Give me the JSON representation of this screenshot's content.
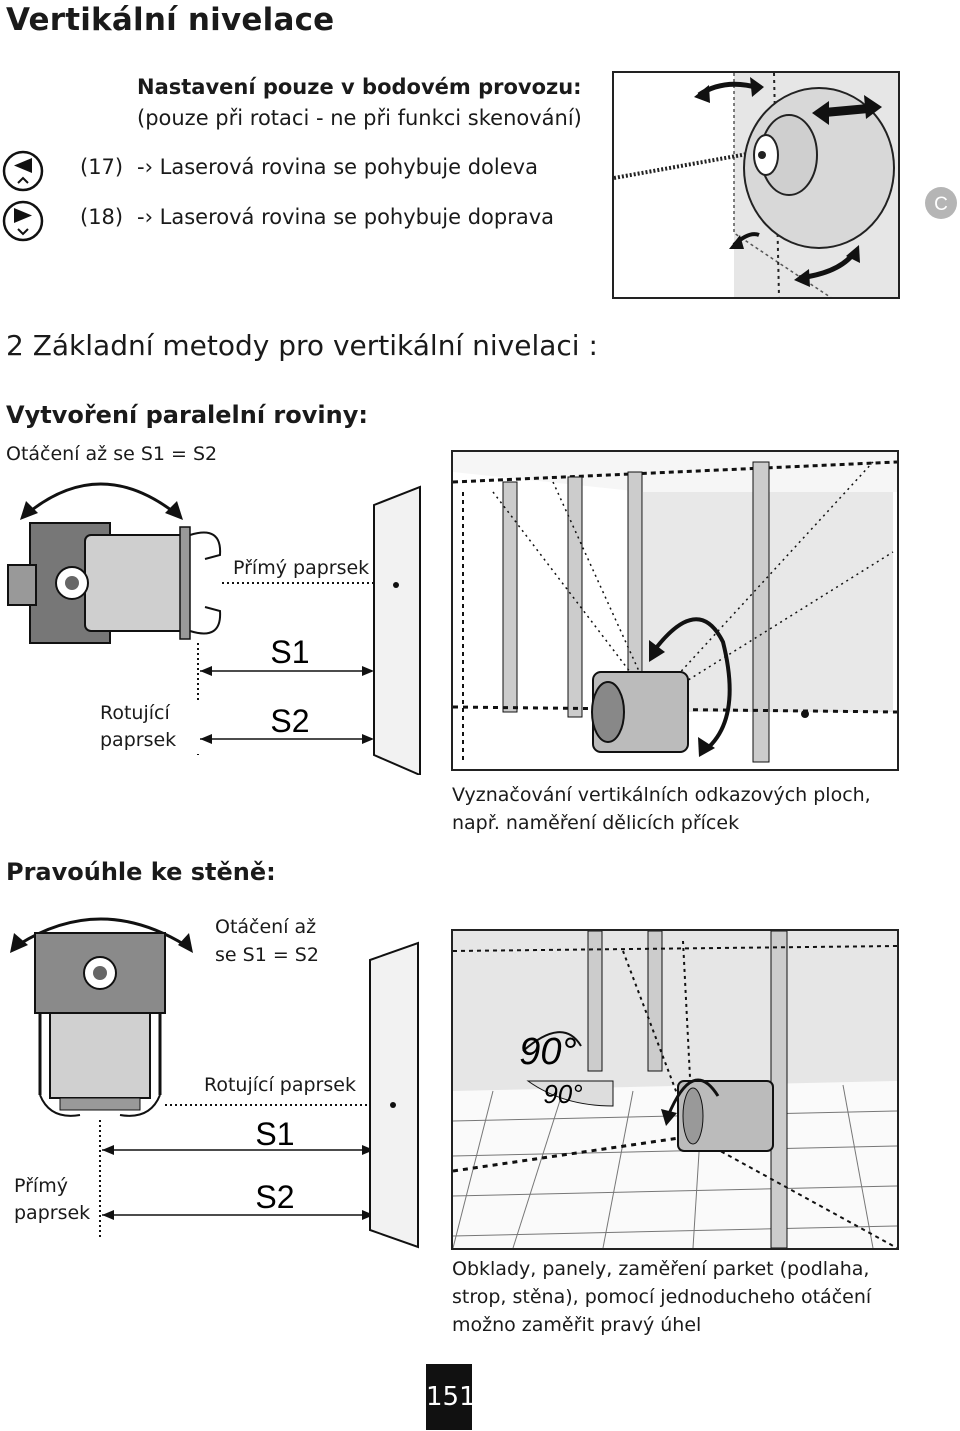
{
  "page_title": "Vertikální nivelace",
  "point_mode": {
    "title": "Nastavení pouze v bodovém provozu:",
    "subtitle": "(pouze při rotaci - ne při funkci skenování)",
    "rows": [
      {
        "num": "(17)",
        "text": "-› Laserová rovina se pohybuje doleva",
        "icon": "arrow-left-key-icon"
      },
      {
        "num": "(18)",
        "text": "-› Laserová rovina se pohybuje doprava",
        "icon": "arrow-right-key-icon"
      }
    ],
    "figure_badge": "C"
  },
  "methods_heading": "2 Základní metody pro vertikální nivelaci :",
  "parallel": {
    "heading": "Vytvoření paralelní roviny:",
    "instruction": "Otáčení až se S1 = S2",
    "direct_beam": "Přímý paprsek",
    "rotating_beam": "Rotující paprsek",
    "s1": "S1",
    "s2": "S2",
    "caption": "Vyznačování vertikálních odkazových ploch, např. naměření dělicích přícek"
  },
  "right_angle": {
    "heading": "Pravoúhle ke stěně:",
    "instruction": "Otáčení až se S1 = S2",
    "rotating_beam": "Rotující paprsek",
    "direct_beam": "Přímý paprsek",
    "s1": "S1",
    "s2": "S2",
    "angle_a": "90°",
    "angle_b": "90°",
    "caption": "Obklady, panely, zaměření parket (podlaha, strop, stěna), pomocí jednoducheho otáčení možno zaměřit pravý úhel"
  },
  "page_number": "151"
}
